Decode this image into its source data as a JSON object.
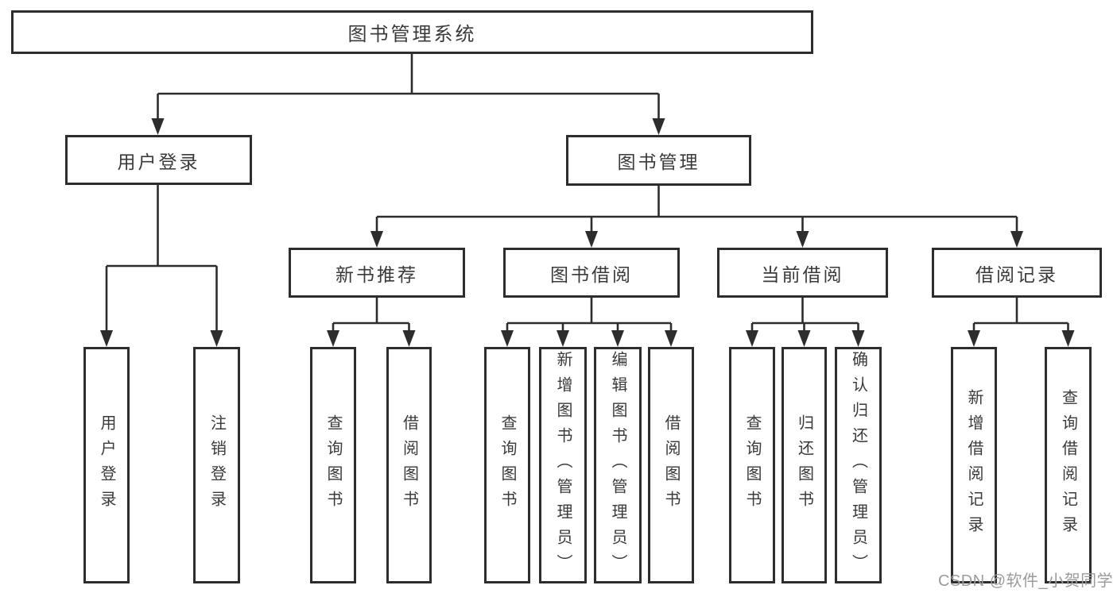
{
  "diagram_type": "hierarchy-tree",
  "colors": {
    "background": "#ffffff",
    "box_border": "#2d2d2d",
    "connector_line": "#2d2d2d",
    "text": "#3a3a3a",
    "watermark": "#9b9b9b"
  },
  "tree": {
    "root": {
      "label": "图书管理系统"
    },
    "login": {
      "label": "用户登录",
      "children": [
        {
          "label": "用户登录"
        },
        {
          "label": "注销登录"
        }
      ]
    },
    "management": {
      "label": "图书管理",
      "sections": [
        {
          "label": "新书推荐",
          "children": [
            {
              "label": "查询图书"
            },
            {
              "label": "借阅图书"
            }
          ]
        },
        {
          "label": "图书借阅",
          "children": [
            {
              "label": "查询图书"
            },
            {
              "label": "新增图书（管理员）"
            },
            {
              "label": "编辑图书（管理员）"
            },
            {
              "label": "借阅图书"
            }
          ]
        },
        {
          "label": "当前借阅",
          "children": [
            {
              "label": "查询图书"
            },
            {
              "label": "归还图书"
            },
            {
              "label": "确认归还（管理员）"
            }
          ]
        },
        {
          "label": "借阅记录",
          "children": [
            {
              "label": "新增借阅记录"
            },
            {
              "label": "查询借阅记录"
            }
          ]
        }
      ]
    }
  },
  "watermark": {
    "text": "CSDN @软件_小贺同学"
  }
}
